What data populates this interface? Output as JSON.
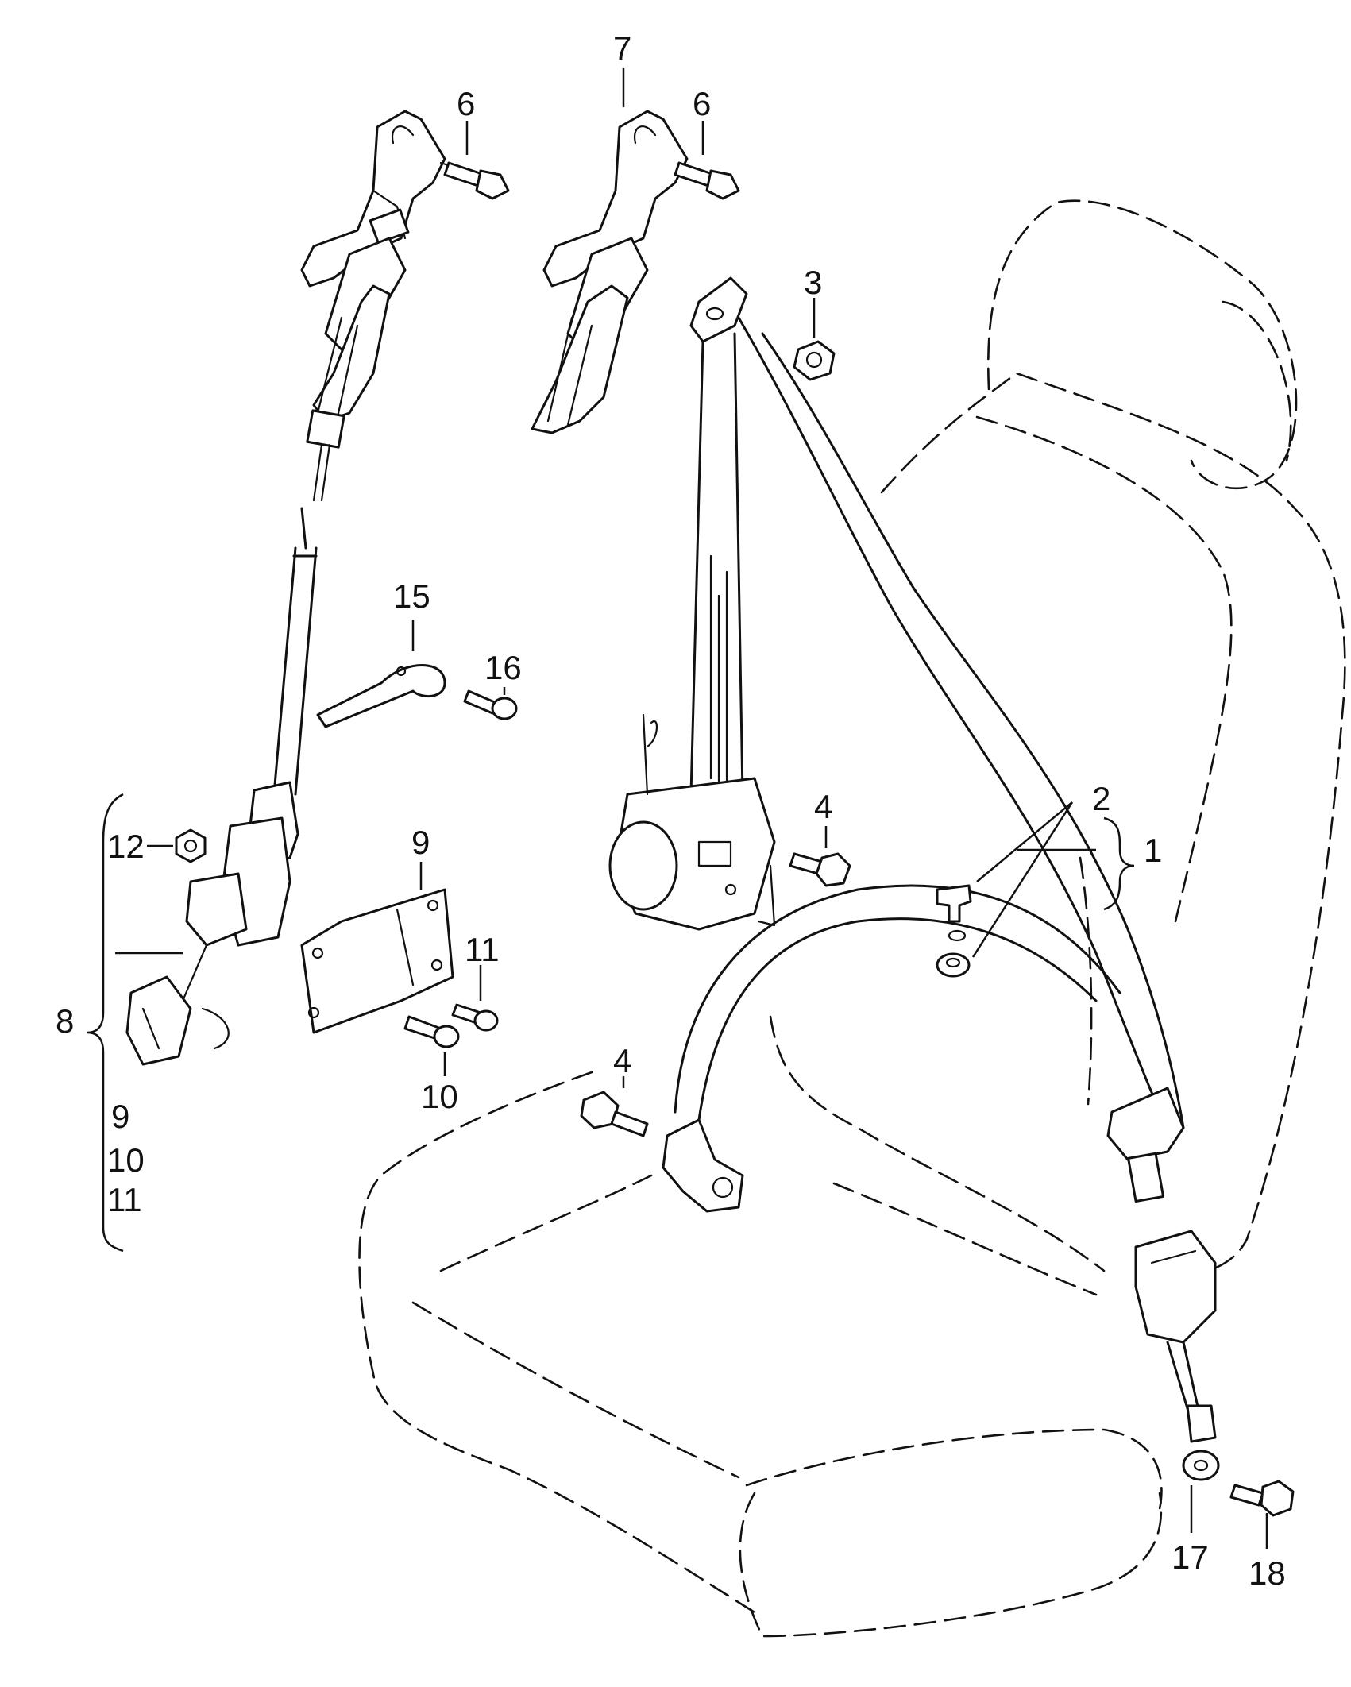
{
  "labels": {
    "c1": "1",
    "c2": "2",
    "c3": "3",
    "c4a": "4",
    "c4b": "4",
    "c6a": "6",
    "c6b": "6",
    "c7": "7",
    "c8": "8",
    "c9a": "9",
    "c9b": "9",
    "c10a": "10",
    "c10b": "10",
    "c11a": "11",
    "c11b": "11",
    "c12": "12",
    "c15": "15",
    "c16": "16",
    "c17": "17",
    "c18": "18"
  }
}
